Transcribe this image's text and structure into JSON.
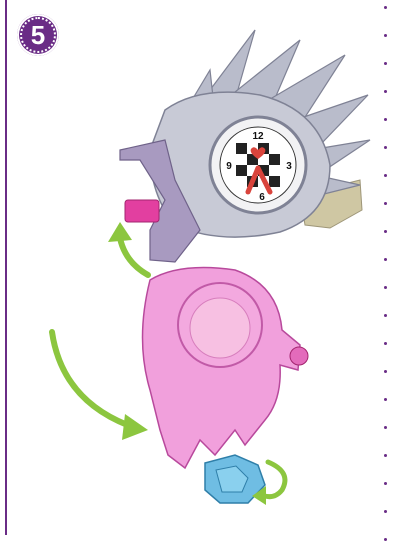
{
  "step": {
    "number": "5"
  },
  "clock_face": {
    "top": "12",
    "left": "9",
    "right": "3",
    "bottom": "6"
  },
  "colors": {
    "accent_purple": "#6a2c86",
    "arrow_green": "#8cc63f",
    "toy_pink": "#e879c8",
    "toy_silver": "#b9bccb",
    "toy_blue": "#5fb6e0"
  },
  "icons": [
    "step-number-badge",
    "rotate-up-arrow",
    "rotate-down-arrow",
    "twist-arrow"
  ]
}
